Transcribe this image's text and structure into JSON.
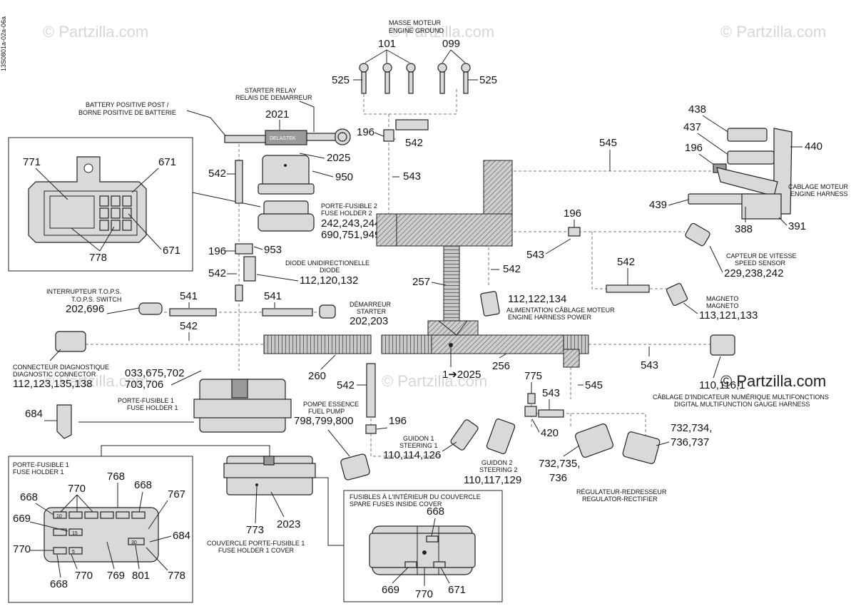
{
  "side_code": "13S0801a-02a-06a",
  "watermark": "© Partzilla.com",
  "labels": {
    "engine_ground": [
      "MASSE MOTEUR",
      "ENGINE GROUND"
    ],
    "starter_relay": [
      "STARTER RELAY",
      "RELAIS DE DEMARREUR"
    ],
    "battery_post": [
      "BATTERY POSITIVE POST /",
      "BORNE POSITIVE DE BATTERIE"
    ],
    "fuse_holder_2": [
      "PORTE-FUSIBLE 2",
      "FUSE HOLDER 2"
    ],
    "diode": [
      "DIODE UNIDIRECTIONELLE",
      "DIODE"
    ],
    "tops_switch": [
      "INTERRUPTEUR T.O.P.S.",
      "T.O.P.S. SWITCH"
    ],
    "starter": [
      "DÉMARREUR",
      "STARTER"
    ],
    "diag_connector": [
      "CONNECTEUR DIAGNOSTIQUE",
      "DIAGNOSTIC CONNECTOR"
    ],
    "fuse_holder_1": [
      "PORTE-FUSIBLE 1",
      "FUSE HOLDER 1"
    ],
    "fuel_pump": [
      "POMPE ESSENCE",
      "FUEL PUMP"
    ],
    "engine_harness": [
      "CABLAGE MOTEUR",
      "ENGINE HARNESS"
    ],
    "speed_sensor": [
      "CAPTEUR DE VITESSE",
      "SPEED SENSOR"
    ],
    "magneto": [
      "MAGNETO",
      "MAGNETO"
    ],
    "harness_power": [
      "ALIMENTATION CÂBLAGE MOTEUR",
      "ENGINE HARNESS POWER"
    ],
    "gauge_harness": [
      "CÂBLAGE D'INDICATEUR NUMÉRIQUE MULTIFONCTIONS",
      "DIGITAL MULTIFUNCTION GAUGE HARNESS"
    ],
    "steering_1": [
      "GUIDON 1",
      "STEERING 1"
    ],
    "steering_2": [
      "GUIDON 2",
      "STEERING 2"
    ],
    "regulator": [
      "RÉGULATEUR-REDRESSEUR",
      "REGULATOR-RECTIFIER"
    ],
    "fh1_cover": [
      "COUVERCLE PORTE-FUSIBLE 1",
      "FUSE HOLDER 1 COVER"
    ],
    "spare_fuses": [
      "FUSIBLES À L'INTÉRIEUR DU COUVERCLE",
      "SPARE FUSES INSIDE COVER"
    ],
    "fh1_box_title": [
      "PORTE-FUSIBLE 1",
      "FUSE HOLDER 1"
    ],
    "relay_brand": "DELASTEK",
    "fuse_text_15": "15",
    "fuse_text_10": "10",
    "fuse_text_30": "30",
    "fuse_text_5": "5"
  },
  "callouts": {
    "c101": "101",
    "c099": "099",
    "c525a": "525",
    "c525b": "525",
    "c2021": "2021",
    "c196a": "196",
    "c542a": "542",
    "c2025": "2025",
    "c950": "950",
    "c542b": "542",
    "c543a": "543",
    "c545a": "545",
    "c438": "438",
    "c437": "437",
    "c440": "440",
    "c196b": "196",
    "c439": "439",
    "c388": "388",
    "c391": "391",
    "fh2_nums_1": "242,243,244,",
    "fh2_nums_2": "690,751,949",
    "c196c": "196",
    "c953": "953",
    "c542c": "542",
    "diode_nums": "112,120,132",
    "c196d": "196",
    "c543b": "543",
    "c542d": "542",
    "speed_nums": "229,238,242",
    "c541a": "541",
    "c541b": "541",
    "tops_nums": "202,696",
    "starter_nums": "202,203",
    "c257": "257",
    "c542e": "542",
    "harness_power_nums": "112,122,134",
    "c542f": "542",
    "magneto_nums": "113,121,133",
    "diag_nums": "112,123,135,138",
    "fh1_nums_1": "033,675,702",
    "fh1_nums_2": "703,706",
    "c260": "260",
    "c256": "256",
    "c1to2025": "1➔2025",
    "c543c": "543",
    "gauge_nums": "110,116,1",
    "c775": "775",
    "c545b": "545",
    "c543d": "543",
    "c542g": "542",
    "c684a": "684",
    "fuel_nums": "798,799,800",
    "c196e": "196",
    "c420": "420",
    "steer1_nums": "110,114,126",
    "steer2_nums": "110,117,129",
    "reg1_nums_1": "732,735,",
    "reg1_nums_2": "736",
    "reg2_nums_1": "732,734,",
    "reg2_nums_2": "736,737",
    "c773": "773",
    "c2023": "2023",
    "c771": "771",
    "c671a": "671",
    "c671b": "671",
    "c778a": "778",
    "c768": "768",
    "c770a": "770",
    "c668a": "668",
    "c668b": "668",
    "c767": "767",
    "c669a": "669",
    "c684b": "684",
    "c770b": "770",
    "c770c": "770",
    "c769": "769",
    "c801": "801",
    "c778b": "778",
    "c668c": "668",
    "c668d": "668",
    "c669b": "669",
    "c770d": "770",
    "c671c": "671"
  }
}
